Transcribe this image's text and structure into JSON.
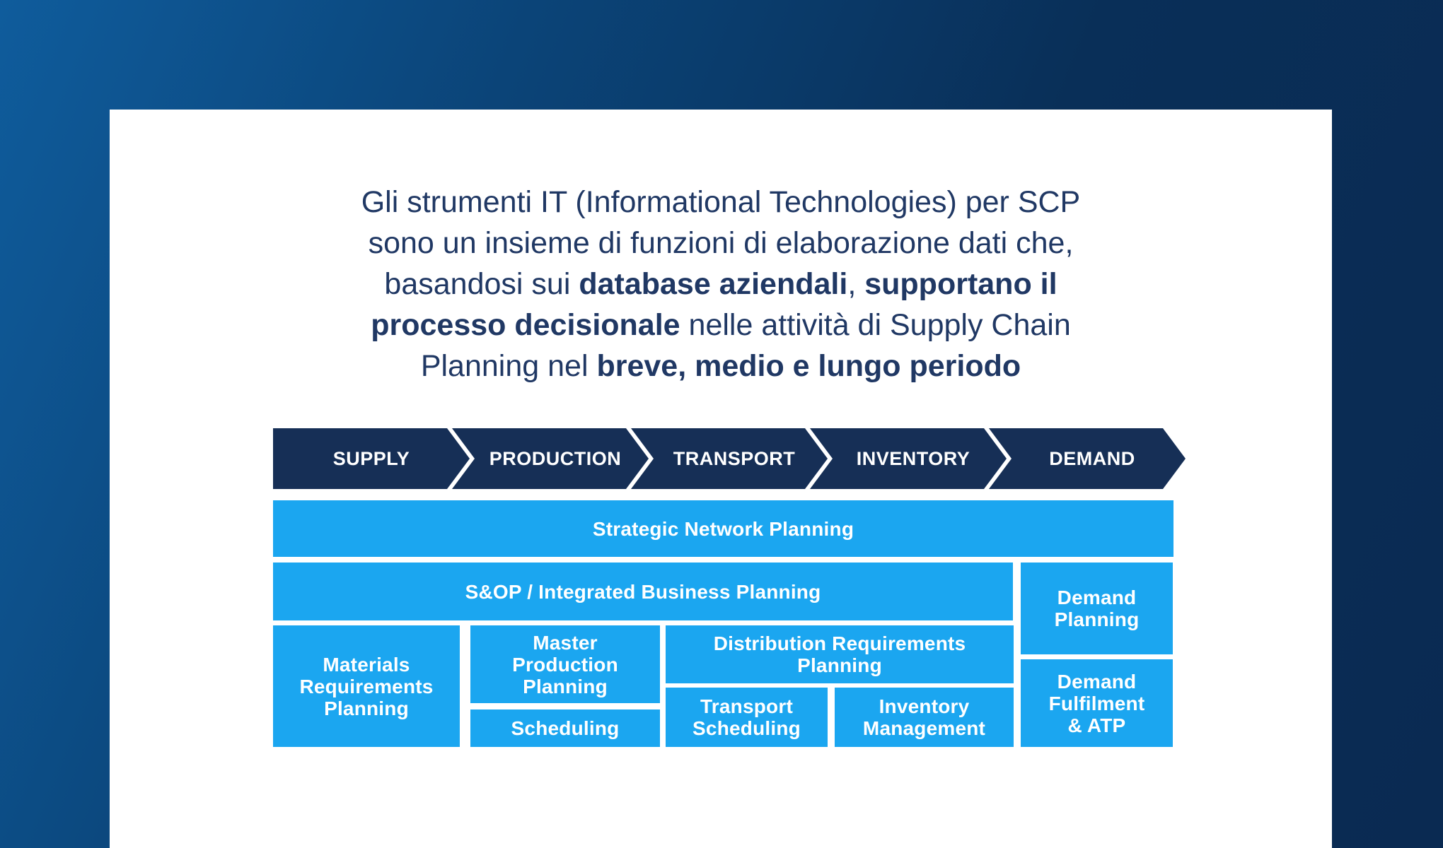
{
  "colors": {
    "background_top_left": "#0f5c9c",
    "background_bottom_right": "#0a2a52",
    "card": "#ffffff",
    "title_text": "#203864",
    "chevron_fill": "#162f56",
    "chevron_text": "#ffffff",
    "box_fill": "#1ba6f0",
    "box_text": "#ffffff"
  },
  "title": {
    "lines": [
      [
        {
          "text": "Gli strumenti IT (Informational Technologies) per SCP",
          "bold": false
        }
      ],
      [
        {
          "text": "sono un insieme di funzioni di elaborazione dati che,",
          "bold": false
        }
      ],
      [
        {
          "text": "basandosi sui ",
          "bold": false
        },
        {
          "text": "database aziendali",
          "bold": true
        },
        {
          "text": ", ",
          "bold": false
        },
        {
          "text": "supportano il",
          "bold": true
        }
      ],
      [
        {
          "text": "processo decisionale",
          "bold": true
        },
        {
          "text": " nelle attività di Supply Chain",
          "bold": false
        }
      ],
      [
        {
          "text": "Planning nel ",
          "bold": false
        },
        {
          "text": "breve, medio e lungo periodo",
          "bold": true
        }
      ]
    ]
  },
  "process_chevrons": [
    "SUPPLY",
    "PRODUCTION",
    "TRANSPORT",
    "INVENTORY",
    "DEMAND"
  ],
  "matrix": {
    "strategic_network_planning": "Strategic Network Planning",
    "sop_integrated_business_planning": "S&OP / Integrated Business Planning",
    "demand_planning": "Demand\nPlanning",
    "materials_requirements_planning": "Materials\nRequirements\nPlanning",
    "master_production_planning": "Master\nProduction\nPlanning",
    "scheduling": "Scheduling",
    "distribution_requirements_planning": "Distribution Requirements\nPlanning",
    "transport_scheduling": "Transport\nScheduling",
    "inventory_management": "Inventory\nManagement",
    "demand_fulfilment_atp": "Demand\nFulfilment\n& ATP"
  }
}
